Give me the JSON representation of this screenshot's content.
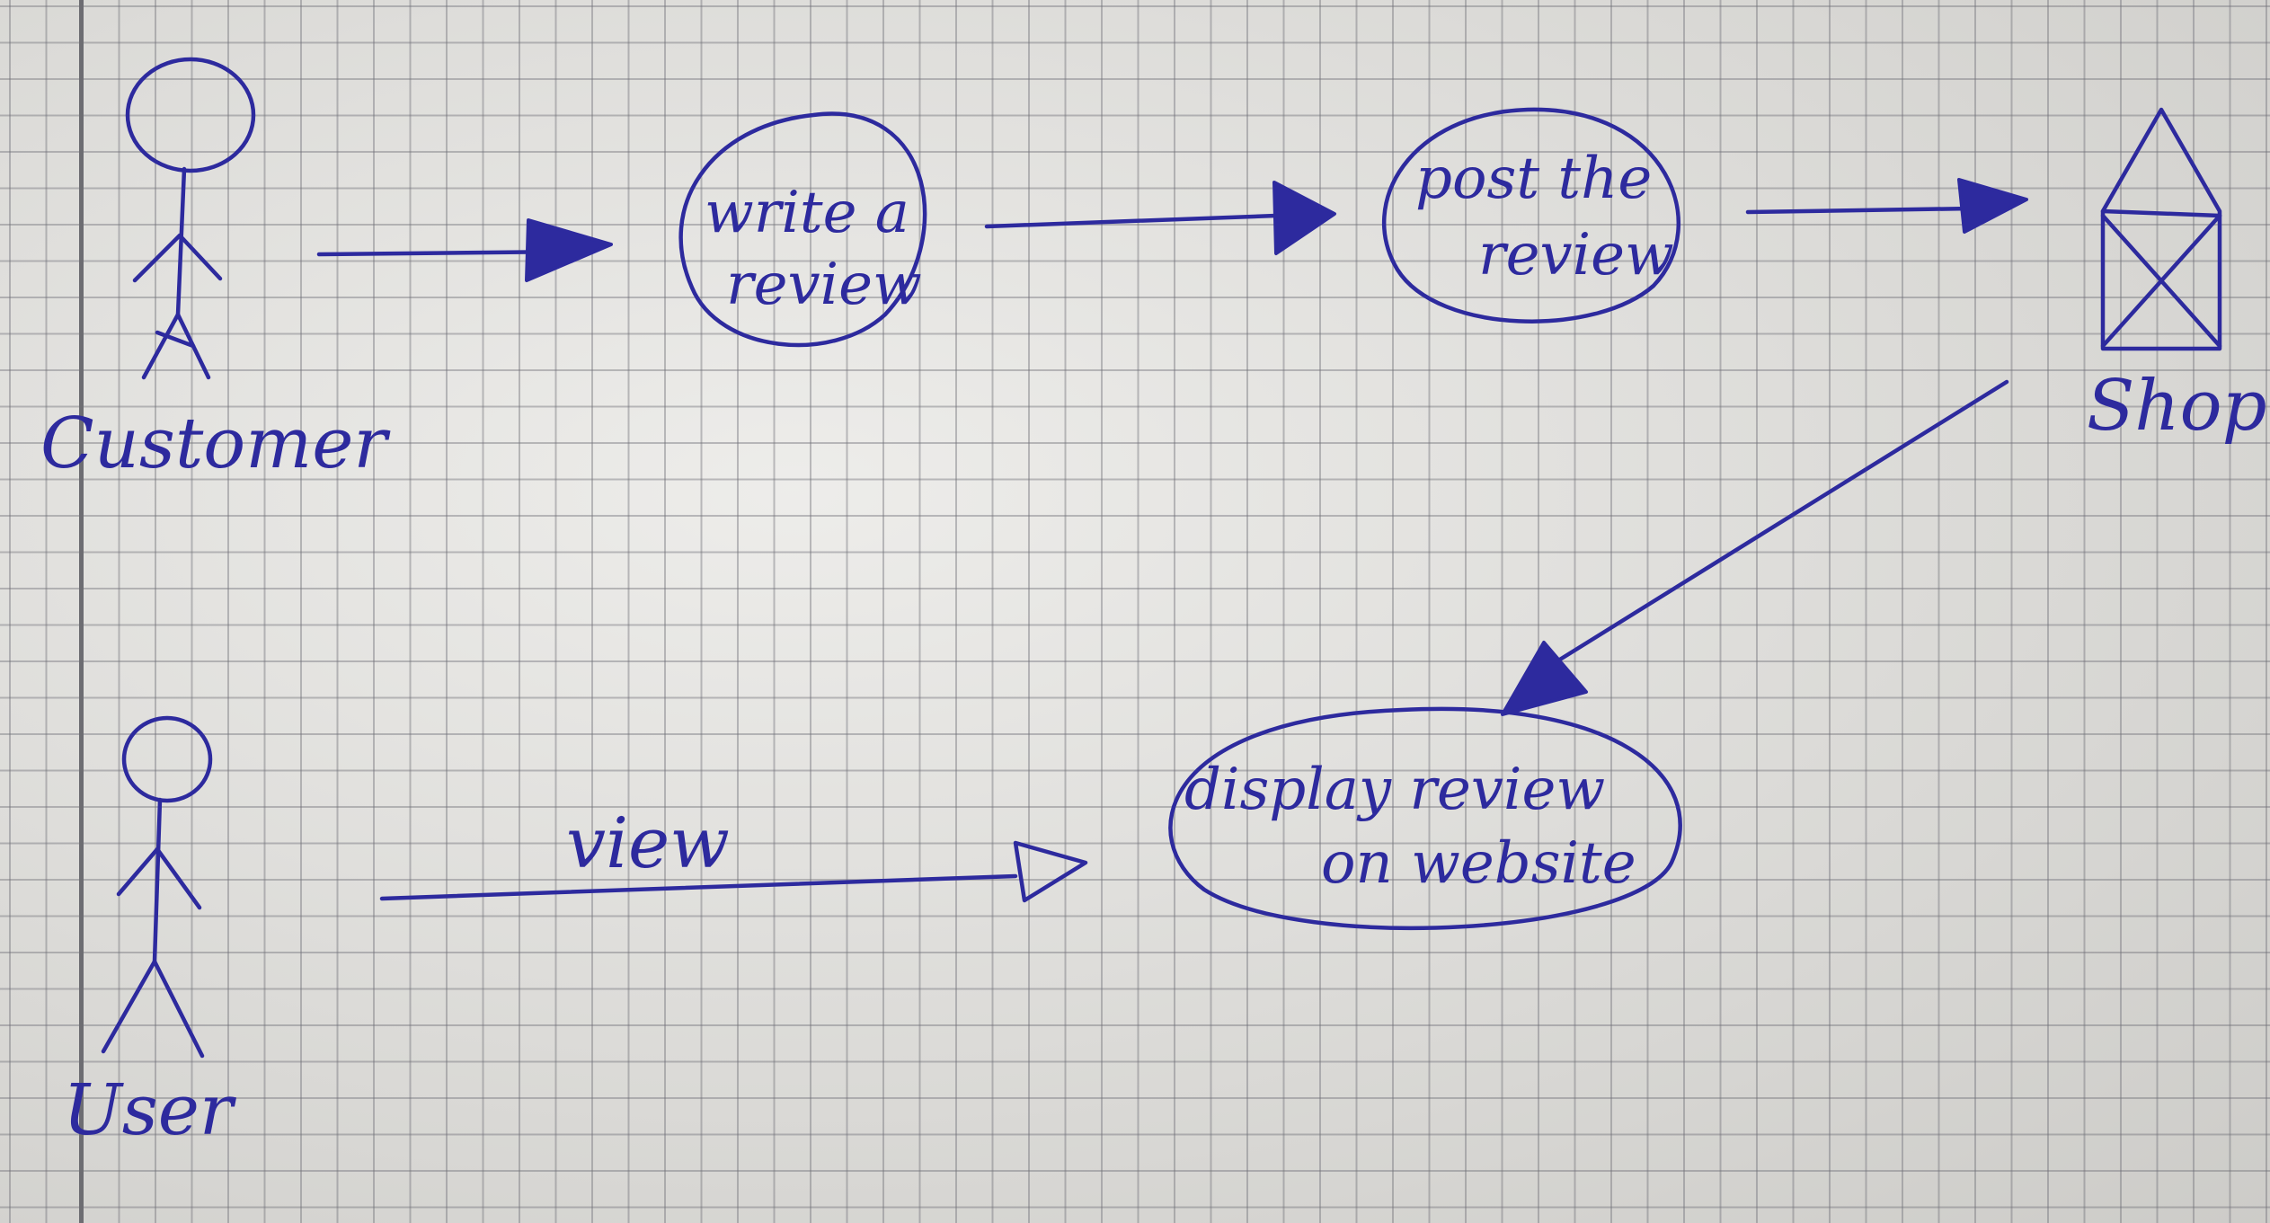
{
  "diagram": {
    "actors": {
      "customer": "Customer",
      "user": "User",
      "shop": "Shop"
    },
    "use_cases": {
      "write_review": [
        "write a",
        "review"
      ],
      "post_review": [
        "post the",
        "review"
      ],
      "display_review": [
        "display review",
        "on website"
      ]
    },
    "edges": {
      "view_label": "view"
    }
  },
  "colors": {
    "ink": "#2d2a9e",
    "paper": "#e4e3df",
    "grid": "#8a8a90"
  }
}
